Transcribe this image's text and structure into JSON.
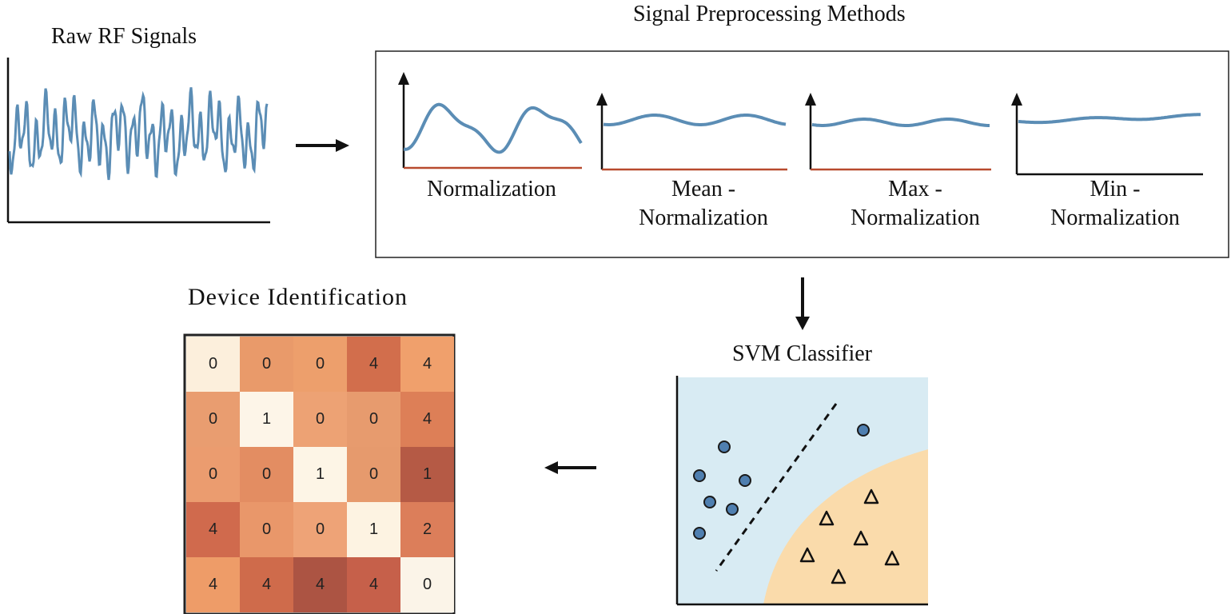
{
  "raw_signal": {
    "title": "Raw RF Signals"
  },
  "preprocessing": {
    "title": "Signal Preprocessing Methods",
    "methods": [
      {
        "line1": "Normalization",
        "line2": ""
      },
      {
        "line1": "Mean -",
        "line2": "Normalization"
      },
      {
        "line1": "Max -",
        "line2": "Normalization"
      },
      {
        "line1": "Min -",
        "line2": "Normalization"
      }
    ]
  },
  "classifier": {
    "title": "SVM Classifier",
    "class_a_color": "#4f7fb0",
    "class_a_region": "#d8ebf3",
    "class_b_region": "#fadbab"
  },
  "identification": {
    "title": "Device Identification",
    "matrix": [
      [
        "0",
        "0",
        "0",
        "4",
        "4"
      ],
      [
        "0",
        "1",
        "0",
        "0",
        "4"
      ],
      [
        "0",
        "0",
        "1",
        "0",
        "1"
      ],
      [
        "4",
        "0",
        "0",
        "1",
        "2"
      ],
      [
        "4",
        "4",
        "4",
        "4",
        "0"
      ]
    ],
    "cell_colors": [
      [
        "#fcefdc",
        "#e99a6a",
        "#ed9f6c",
        "#d26e4c",
        "#f0a06c"
      ],
      [
        "#e99d70",
        "#fdf5e8",
        "#eda274",
        "#e79b6e",
        "#dd7f57"
      ],
      [
        "#eb9c6f",
        "#e38d62",
        "#fdf5e6",
        "#e69a6d",
        "#b55a45"
      ],
      [
        "#d06a4d",
        "#e9976a",
        "#eea377",
        "#fdf3e2",
        "#dc7e5a"
      ],
      [
        "#ee9c68",
        "#cf6b4b",
        "#ac5443",
        "#c6604a",
        "#fbf4e8"
      ]
    ]
  },
  "colors": {
    "signal": "#5b8db5",
    "accent_axis": "#b84a2e"
  }
}
